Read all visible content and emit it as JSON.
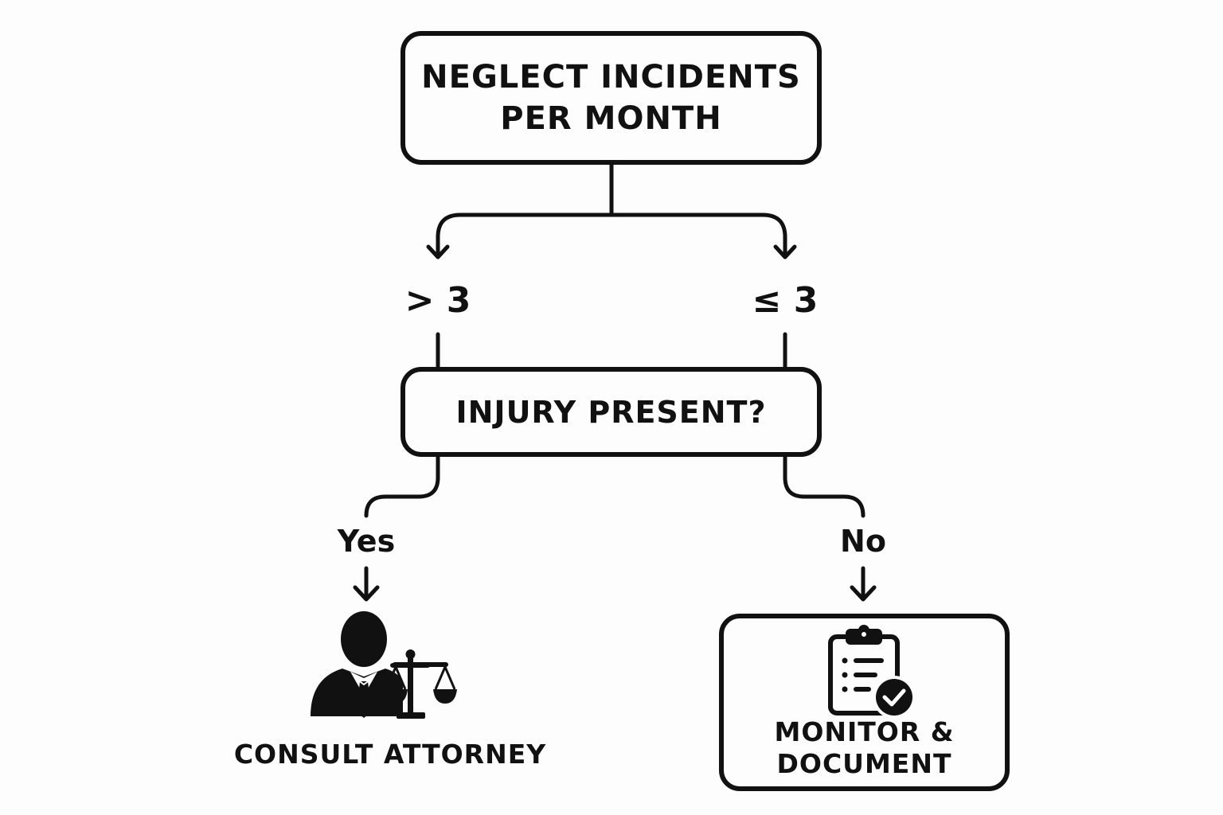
{
  "top_node": {
    "line1": "NEGLECT INCIDENTS",
    "line2": "PER MONTH"
  },
  "branch_left_label": "> 3",
  "branch_right_label": "≤ 3",
  "question_node": {
    "label": "INJURY PRESENT?"
  },
  "yes_label": "Yes",
  "no_label": "No",
  "attorney_outcome": {
    "label": "CONSULT ATTORNEY",
    "icon": "attorney-scales-icon"
  },
  "monitor_outcome": {
    "line1": "MONITOR &",
    "line2": "DOCUMENT",
    "icon": "clipboard-check-icon"
  },
  "colors": {
    "ink": "#111111",
    "background": "#fdfdfd"
  }
}
